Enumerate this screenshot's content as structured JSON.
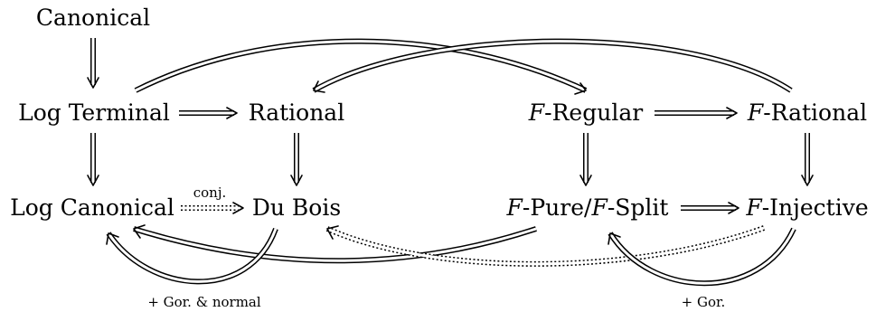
{
  "nodes": {
    "canonical": "Canonical",
    "log_terminal": "Log Terminal",
    "rational": "Rational",
    "f_regular_f": "F",
    "f_regular_rest": "-Regular",
    "f_rational_f": "F",
    "f_rational_rest": "-Rational",
    "log_canonical": "Log Canonical",
    "du_bois": "Du Bois",
    "f_pure_f1": "F",
    "f_pure_mid": "-Pure/",
    "f_pure_f2": "F",
    "f_pure_rest": "-Split",
    "f_injective_f": "F",
    "f_injective_rest": "-Injective"
  },
  "labels": {
    "conj": "conj.",
    "gor_normal": "+ Gor. & normal",
    "gor": "+ Gor."
  },
  "edges": [
    {
      "from": "Canonical",
      "to": "Log Terminal",
      "style": "double"
    },
    {
      "from": "Log Terminal",
      "to": "Rational",
      "style": "double"
    },
    {
      "from": "Log Terminal",
      "to": "Log Canonical",
      "style": "double"
    },
    {
      "from": "Rational",
      "to": "Du Bois",
      "style": "double"
    },
    {
      "from": "Log Canonical",
      "to": "Du Bois",
      "style": "dotted",
      "label": "conj."
    },
    {
      "from": "F-Regular",
      "to": "F-Rational",
      "style": "double"
    },
    {
      "from": "F-Regular",
      "to": "F-Pure/F-Split",
      "style": "double"
    },
    {
      "from": "F-Rational",
      "to": "F-Injective",
      "style": "double"
    },
    {
      "from": "F-Pure/F-Split",
      "to": "F-Injective",
      "style": "double"
    },
    {
      "from": "Log Terminal",
      "to": "F-Regular",
      "style": "double-curved"
    },
    {
      "from": "F-Rational",
      "to": "Rational",
      "style": "double-curved"
    },
    {
      "from": "F-Pure/F-Split",
      "to": "Log Canonical",
      "style": "double-curved"
    },
    {
      "from": "F-Injective",
      "to": "Du Bois",
      "style": "dotted-curved"
    },
    {
      "from": "Du Bois",
      "to": "Log Canonical",
      "style": "double-loop",
      "label": "+ Gor. & normal"
    },
    {
      "from": "F-Injective",
      "to": "F-Pure/F-Split",
      "style": "double-loop",
      "label": "+ Gor."
    }
  ]
}
